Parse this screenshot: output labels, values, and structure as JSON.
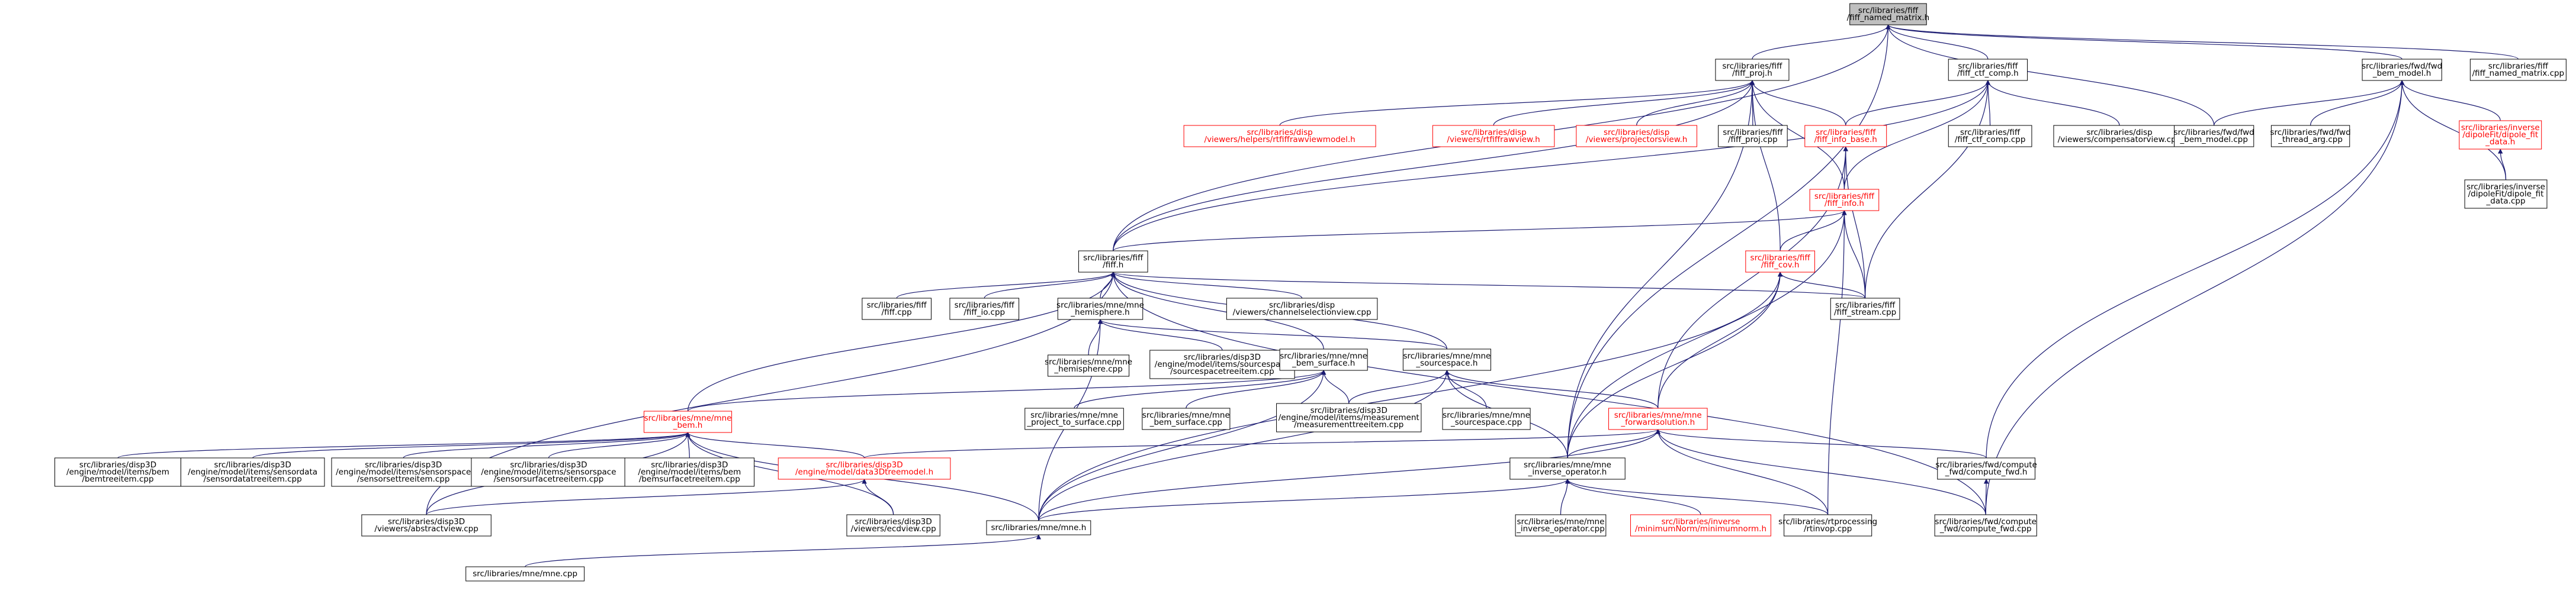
{
  "colors": {
    "edge": "#191970",
    "box_border_black": "#000000",
    "box_border_red": "#ff0000",
    "root_fill": "#bfbfbf",
    "text_black": "#000000",
    "text_red": "#ff0000"
  },
  "nodes": [
    {
      "id": "root",
      "lines": [
        "src/libraries/fiff",
        "/fiff_named_matrix.h"
      ],
      "style": "root"
    },
    {
      "id": "fiff_proj_h",
      "lines": [
        "src/libraries/fiff",
        "/fiff_proj.h"
      ],
      "style": "black"
    },
    {
      "id": "fiff_ctf_comp_h",
      "lines": [
        "src/libraries/fiff",
        "/fiff_ctf_comp.h"
      ],
      "style": "black"
    },
    {
      "id": "fwd_bem_model_h",
      "lines": [
        "src/libraries/fwd/fwd",
        "_bem_model.h"
      ],
      "style": "black"
    },
    {
      "id": "fiff_named_matrix_cpp",
      "lines": [
        "src/libraries/fiff",
        "/fiff_named_matrix.cpp"
      ],
      "style": "black"
    },
    {
      "id": "rtfiffrawviewmodel_h",
      "lines": [
        "src/libraries/disp",
        "/viewers/helpers/rtfiffrawviewmodel.h"
      ],
      "style": "red"
    },
    {
      "id": "rtfiffrawview_h",
      "lines": [
        "src/libraries/disp",
        "/viewers/rtfiffrawview.h"
      ],
      "style": "red"
    },
    {
      "id": "projectorsview_h",
      "lines": [
        "src/libraries/disp",
        "/viewers/projectorsview.h"
      ],
      "style": "red"
    },
    {
      "id": "fiff_proj_cpp",
      "lines": [
        "src/libraries/fiff",
        "/fiff_proj.cpp"
      ],
      "style": "black"
    },
    {
      "id": "fiff_info_base_h",
      "lines": [
        "src/libraries/fiff",
        "/fiff_info_base.h"
      ],
      "style": "red"
    },
    {
      "id": "fiff_ctf_comp_cpp",
      "lines": [
        "src/libraries/fiff",
        "/fiff_ctf_comp.cpp"
      ],
      "style": "black"
    },
    {
      "id": "compensatorview_cpp",
      "lines": [
        "src/libraries/disp",
        "/viewers/compensatorview.cpp"
      ],
      "style": "black"
    },
    {
      "id": "fwd_bem_model_cpp",
      "lines": [
        "src/libraries/fwd/fwd",
        "_bem_model.cpp"
      ],
      "style": "black"
    },
    {
      "id": "fwd_thread_arg_cpp",
      "lines": [
        "src/libraries/fwd/fwd",
        "_thread_arg.cpp"
      ],
      "style": "black"
    },
    {
      "id": "dipole_fit_data_h",
      "lines": [
        "src/libraries/inverse",
        "/dipoleFit/dipole_fit",
        "_data.h"
      ],
      "style": "red"
    },
    {
      "id": "dipole_fit_data_cpp",
      "lines": [
        "src/libraries/inverse",
        "/dipoleFit/dipole_fit",
        "_data.cpp"
      ],
      "style": "black"
    },
    {
      "id": "fiff_info_h",
      "lines": [
        "src/libraries/fiff",
        "/fiff_info.h"
      ],
      "style": "red"
    },
    {
      "id": "fiff_h",
      "lines": [
        "src/libraries/fiff",
        "/fiff.h"
      ],
      "style": "black"
    },
    {
      "id": "fiff_cov_h",
      "lines": [
        "src/libraries/fiff",
        "/fiff_cov.h"
      ],
      "style": "red"
    },
    {
      "id": "fiff_cpp",
      "lines": [
        "src/libraries/fiff",
        "/fiff.cpp"
      ],
      "style": "black"
    },
    {
      "id": "fiff_io_cpp",
      "lines": [
        "src/libraries/fiff",
        "/fiff_io.cpp"
      ],
      "style": "black"
    },
    {
      "id": "mne_hemisphere_h",
      "lines": [
        "src/libraries/mne/mne",
        "_hemisphere.h"
      ],
      "style": "black"
    },
    {
      "id": "channelselectionview_cpp",
      "lines": [
        "src/libraries/disp",
        "/viewers/channelselectionview.cpp"
      ],
      "style": "black"
    },
    {
      "id": "fiff_stream_cpp",
      "lines": [
        "src/libraries/fiff",
        "/fiff_stream.cpp"
      ],
      "style": "black"
    },
    {
      "id": "mne_hemisphere_cpp",
      "lines": [
        "src/libraries/mne/mne",
        "_hemisphere.cpp"
      ],
      "style": "black"
    },
    {
      "id": "sourcespacetreeitem_cpp",
      "lines": [
        "src/libraries/disp3D",
        "/engine/model/items/sourcespace",
        "/sourcespacetreeitem.cpp"
      ],
      "style": "black"
    },
    {
      "id": "mne_bem_surface_h",
      "lines": [
        "src/libraries/mne/mne",
        "_bem_surface.h"
      ],
      "style": "black"
    },
    {
      "id": "mne_sourcespace_h",
      "lines": [
        "src/libraries/mne/mne",
        "_sourcespace.h"
      ],
      "style": "black"
    },
    {
      "id": "mne_bem_h",
      "lines": [
        "src/libraries/mne/mne",
        "_bem.h"
      ],
      "style": "red"
    },
    {
      "id": "mne_project_to_surface_cpp",
      "lines": [
        "src/libraries/mne/mne",
        "_project_to_surface.cpp"
      ],
      "style": "black"
    },
    {
      "id": "mne_bem_surface_cpp",
      "lines": [
        "src/libraries/mne/mne",
        "_bem_surface.cpp"
      ],
      "style": "black"
    },
    {
      "id": "measurementtreeitem_cpp",
      "lines": [
        "src/libraries/disp3D",
        "/engine/model/items/measurement",
        "/measurementtreeitem.cpp"
      ],
      "style": "black"
    },
    {
      "id": "mne_sourcespace_cpp",
      "lines": [
        "src/libraries/mne/mne",
        "_sourcespace.cpp"
      ],
      "style": "black"
    },
    {
      "id": "mne_forwardsolution_h",
      "lines": [
        "src/libraries/mne/mne",
        "_forwardsolution.h"
      ],
      "style": "red"
    },
    {
      "id": "bemtreeitem_cpp",
      "lines": [
        "src/libraries/disp3D",
        "/engine/model/items/bem",
        "/bemtreeitem.cpp"
      ],
      "style": "black"
    },
    {
      "id": "sensordatatreeitem_cpp",
      "lines": [
        "src/libraries/disp3D",
        "/engine/model/items/sensordata",
        "/sensordatatreeitem.cpp"
      ],
      "style": "black"
    },
    {
      "id": "sensorsettreeitem_cpp",
      "lines": [
        "src/libraries/disp3D",
        "/engine/model/items/sensorspace",
        "/sensorsettreeitem.cpp"
      ],
      "style": "black"
    },
    {
      "id": "sensorsurfacetreeitem_cpp",
      "lines": [
        "src/libraries/disp3D",
        "/engine/model/items/sensorspace",
        "/sensorsurfacetreeitem.cpp"
      ],
      "style": "black"
    },
    {
      "id": "bemsurfacetreeitem_cpp",
      "lines": [
        "src/libraries/disp3D",
        "/engine/model/items/bem",
        "/bemsurfacetreeitem.cpp"
      ],
      "style": "black"
    },
    {
      "id": "data3dtreemodel_h",
      "lines": [
        "src/libraries/disp3D",
        "/engine/model/data3Dtreemodel.h"
      ],
      "style": "red"
    },
    {
      "id": "mne_inverse_operator_h",
      "lines": [
        "src/libraries/mne/mne",
        "_inverse_operator.h"
      ],
      "style": "black"
    },
    {
      "id": "compute_fwd_h",
      "lines": [
        "src/libraries/fwd/compute",
        "_fwd/compute_fwd.h"
      ],
      "style": "black"
    },
    {
      "id": "abstractview_cpp",
      "lines": [
        "src/libraries/disp3D",
        "/viewers/abstractview.cpp"
      ],
      "style": "black"
    },
    {
      "id": "ecdview_cpp",
      "lines": [
        "src/libraries/disp3D",
        "/viewers/ecdview.cpp"
      ],
      "style": "black"
    },
    {
      "id": "mne_h",
      "lines": [
        "src/libraries/mne/mne.h"
      ],
      "style": "black"
    },
    {
      "id": "mne_inverse_operator_cpp",
      "lines": [
        "src/libraries/mne/mne",
        "_inverse_operator.cpp"
      ],
      "style": "black"
    },
    {
      "id": "minimumnorm_h",
      "lines": [
        "src/libraries/inverse",
        "/minimumNorm/minimumnorm.h"
      ],
      "style": "red"
    },
    {
      "id": "rtinvop_cpp",
      "lines": [
        "src/libraries/rtprocessing",
        "/rtinvop.cpp"
      ],
      "style": "black"
    },
    {
      "id": "compute_fwd_cpp",
      "lines": [
        "src/libraries/fwd/compute",
        "_fwd/compute_fwd.cpp"
      ],
      "style": "black"
    },
    {
      "id": "mne_cpp",
      "lines": [
        "src/libraries/mne/mne.cpp"
      ],
      "style": "black"
    }
  ]
}
